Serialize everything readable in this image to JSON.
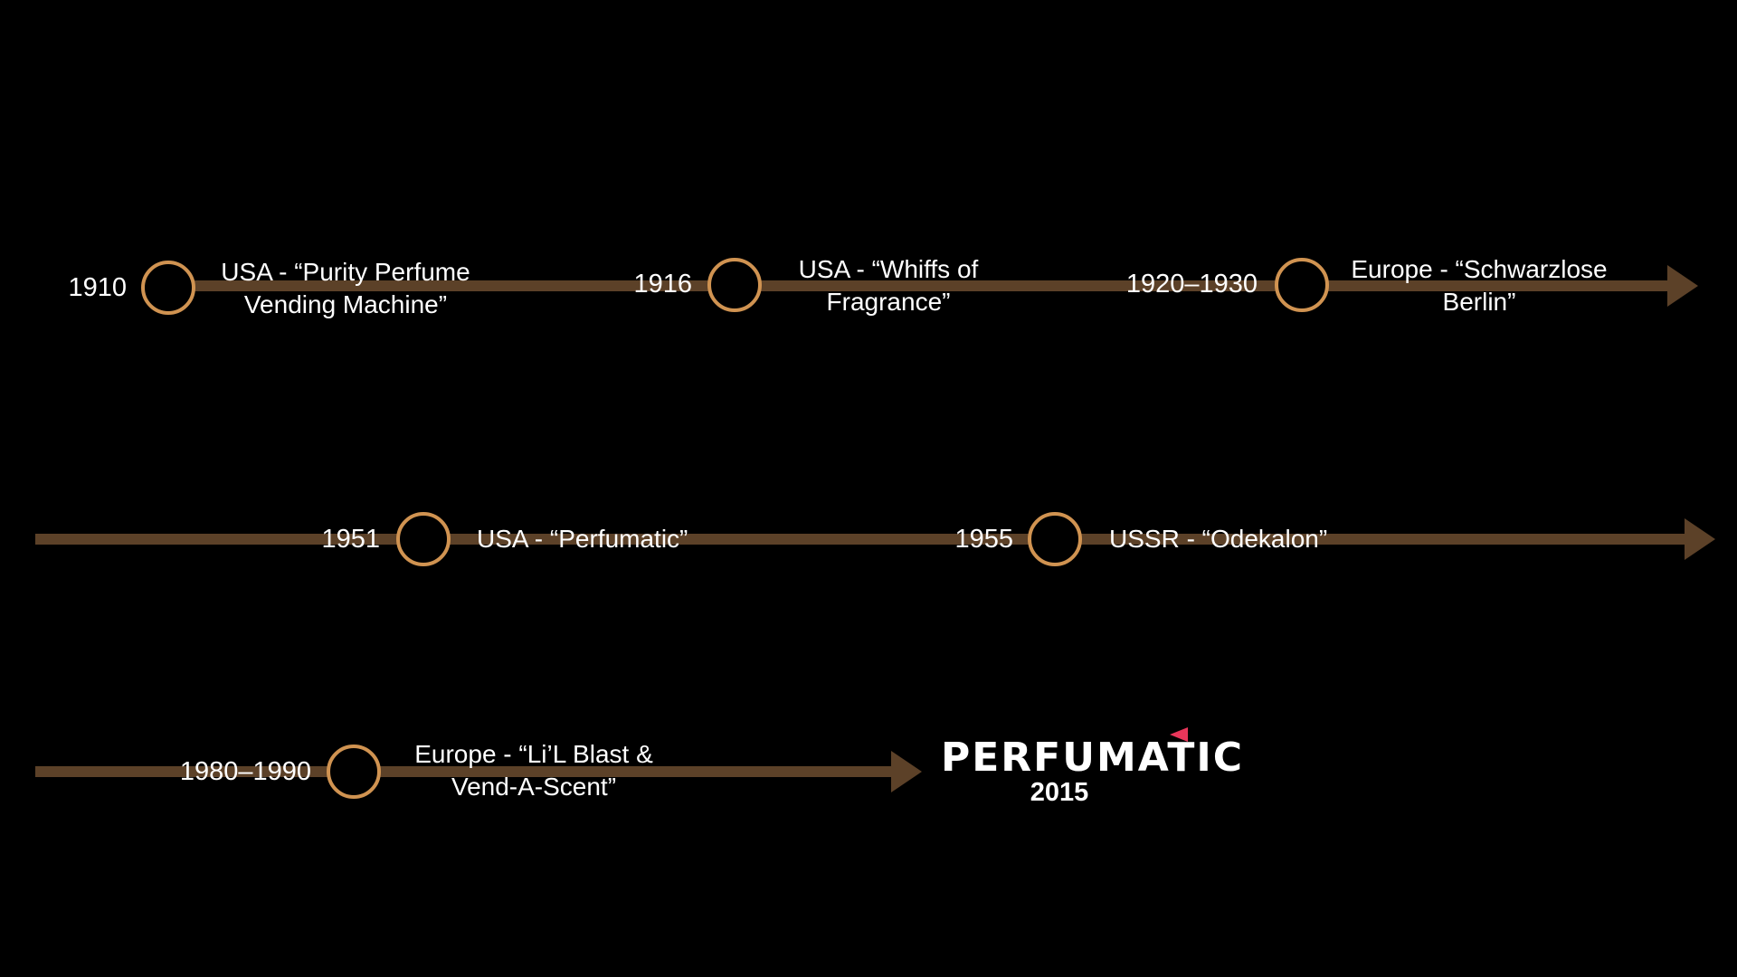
{
  "colors": {
    "line": "#5c4128",
    "circle": "#d09351",
    "background": "#000000",
    "logo_flag": "#e8365a"
  },
  "events": [
    {
      "year": "1910",
      "label_lines": [
        "USA - “Purity Perfume",
        "Vending Machine”"
      ]
    },
    {
      "year": "1916",
      "label_lines": [
        "USA - “Whiffs of",
        "Fragrance”"
      ]
    },
    {
      "year": "1920–1930",
      "label_lines": [
        "Europe - “Schwarzlose",
        "Berlin”"
      ]
    },
    {
      "year": "1951",
      "label_lines": [
        "USA - “Perfumatic”"
      ]
    },
    {
      "year": "1955",
      "label_lines": [
        "USSR - “Odekalon”"
      ]
    },
    {
      "year": "1980–1990",
      "label_lines": [
        "Europe - “Li’L Blast &",
        "Vend-A-Scent”"
      ]
    }
  ],
  "final": {
    "logo_text": "PERFUMATIC",
    "year": "2015"
  }
}
